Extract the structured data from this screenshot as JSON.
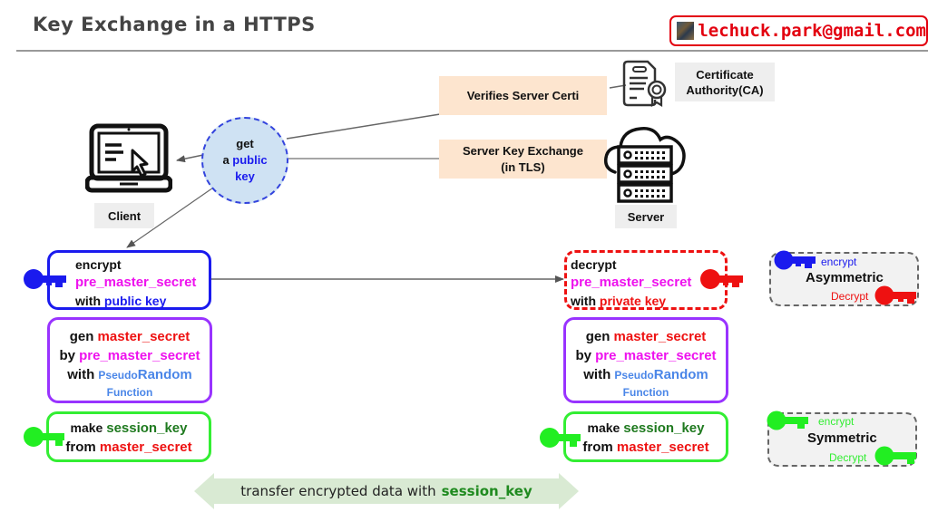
{
  "header": {
    "title": "Key Exchange in a HTTPS",
    "email": "lechuck.park@gmail.com"
  },
  "nodes": {
    "client_label": "Client",
    "server_label": "Server",
    "ca_label_line1": "Certificate",
    "ca_label_line2": "Authority(CA)",
    "verifies_label": "Verifies Server Certi",
    "server_key_exchange_line1": "Server Key Exchange",
    "server_key_exchange_line2": "(in TLS)"
  },
  "public_key_bubble": {
    "line1": "get",
    "line2_prefix": "a ",
    "line2_highlight": "public",
    "line3": "key"
  },
  "client_steps": {
    "encrypt": {
      "line1": "encrypt",
      "line2": "pre_master_secret",
      "line3_prefix": "with ",
      "line3_highlight": "public key"
    },
    "gen": {
      "line1_prefix": "gen ",
      "line1_highlight": "master_secret",
      "line2_prefix": "by ",
      "line2_highlight": "pre_master_secret",
      "line3_prefix": "with ",
      "line3_small": "Pseudo",
      "line3_highlight": "Random",
      "line4": "Function"
    },
    "session": {
      "line1_prefix": "make ",
      "line1_highlight": "session_key",
      "line2_prefix": "from ",
      "line2_highlight": "master_secret"
    }
  },
  "server_steps": {
    "decrypt": {
      "line1": "decrypt",
      "line2": "pre_master_secret",
      "line3_prefix": "with ",
      "line3_highlight": "private key"
    },
    "gen": {
      "line1_prefix": "gen ",
      "line1_highlight": "master_secret",
      "line2_prefix": "by ",
      "line2_highlight": "pre_master_secret",
      "line3_prefix": "with ",
      "line3_small": "Pseudo",
      "line3_highlight": "Random",
      "line4": "Function"
    },
    "session": {
      "line1_prefix": "make ",
      "line1_highlight": "session_key",
      "line2_prefix": "from ",
      "line2_highlight": "master_secret"
    }
  },
  "legend": {
    "asymmetric": {
      "title": "Asymmetric",
      "encrypt": "encrypt",
      "decrypt": "Decrypt"
    },
    "symmetric": {
      "title": "Symmetric",
      "encrypt": "encrypt",
      "decrypt": "Decrypt"
    }
  },
  "transfer": {
    "prefix": "transfer encrypted data with",
    "highlight": "session_key"
  },
  "colors": {
    "public_key": "#1a1aee",
    "private_key": "#ee1111",
    "session_key": "#22ee22",
    "gen_border": "#9933ff",
    "pre_master": "#ee11ee",
    "label_fill": "#fde5cf",
    "transfer_fill": "#d9ead3"
  }
}
